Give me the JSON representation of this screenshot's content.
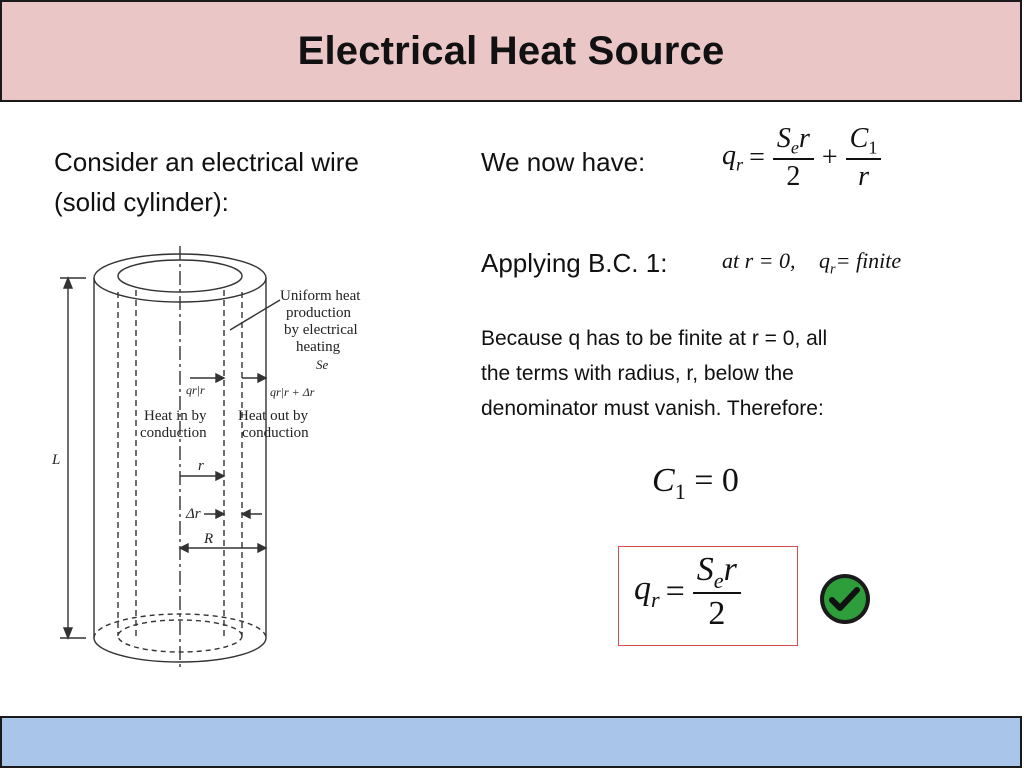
{
  "slide": {
    "title": "Electrical Heat Source"
  },
  "left": {
    "intro_line1": "Consider an electrical wire",
    "intro_line2": "(solid cylinder):",
    "figure": {
      "label_uniform1": "Uniform heat",
      "label_uniform2": "production",
      "label_uniform3": "by electrical",
      "label_uniform4": "heating",
      "label_se": "Se",
      "label_qr": "qr|r",
      "label_qrdr": "qr|r + Δr",
      "heat_in1": "Heat in by",
      "heat_in2": "conduction",
      "heat_out1": "Heat out by",
      "heat_out2": "conduction",
      "label_L": "L",
      "label_r": "r",
      "label_dr": "Δr",
      "label_R": "R"
    }
  },
  "right": {
    "now_have": "We now have:",
    "applying": "Applying B.C. 1:",
    "bc_text": "at r = 0,",
    "bc_q": "q",
    "bc_r": "r",
    "bc_rhs": "= finite",
    "because_line1": "Because q has to be finite at r = 0, all",
    "because_line2": "the terms with radius, r, below the",
    "because_line3": "denominator must vanish. Therefore:",
    "eq1": {
      "q": "q",
      "r": "r",
      "num1": "S",
      "num1_sub": "e",
      "num1_tail": "r",
      "den1": "2",
      "num2": "C",
      "num2_sub": "1",
      "den2": "r"
    },
    "c1": {
      "c": "C",
      "sub": "1",
      "rhs": "= 0"
    },
    "final": {
      "q": "q",
      "r": "r",
      "num": "S",
      "num_sub": "e",
      "num_tail": "r",
      "den": "2"
    }
  },
  "colors": {
    "title_bg": "#eac6c7",
    "footer_bg": "#a9c5e9",
    "box_border": "#d64b4b",
    "check_green": "#2e9e3a"
  },
  "icons": {
    "check": "check-circle-icon"
  }
}
